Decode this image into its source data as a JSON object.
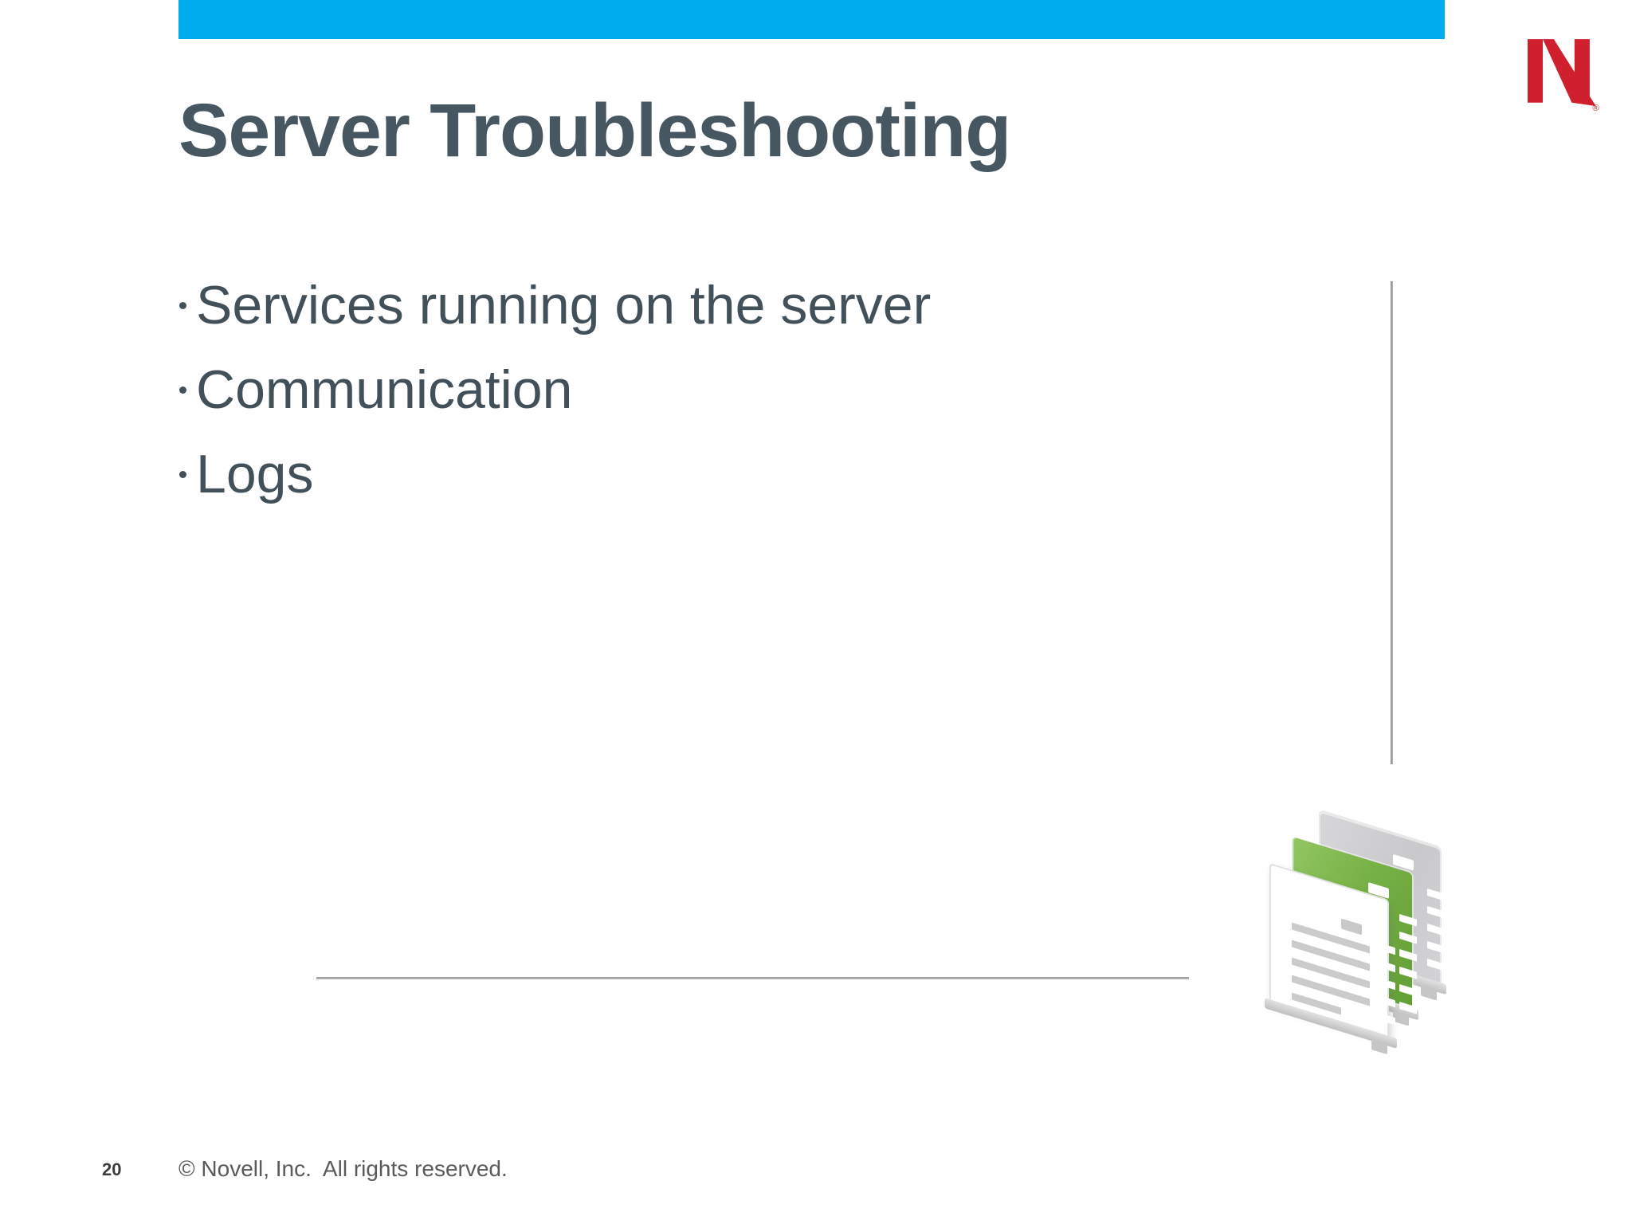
{
  "slide": {
    "title": "Server Troubleshooting",
    "bullets": [
      "Services running on the server",
      "Communication",
      "Logs"
    ],
    "footer": {
      "page_number": "20",
      "copyright": "© Novell, Inc.  All rights reserved."
    },
    "logo": {
      "name": "novell-n-logo",
      "registered_mark": "®"
    },
    "icons": {
      "documents_icon": "stacked-documents-icon"
    },
    "colors": {
      "accent_bar": "#00ACEC",
      "logo_red": "#D0202D",
      "title_text": "#475761",
      "body_text": "#42505A",
      "line_gray": "#A0A0A0",
      "footer_text": "#595A5C",
      "page_number": "#3C3C3C",
      "doc_green": "#74B042",
      "doc_gray": "#CBCBCB"
    }
  }
}
